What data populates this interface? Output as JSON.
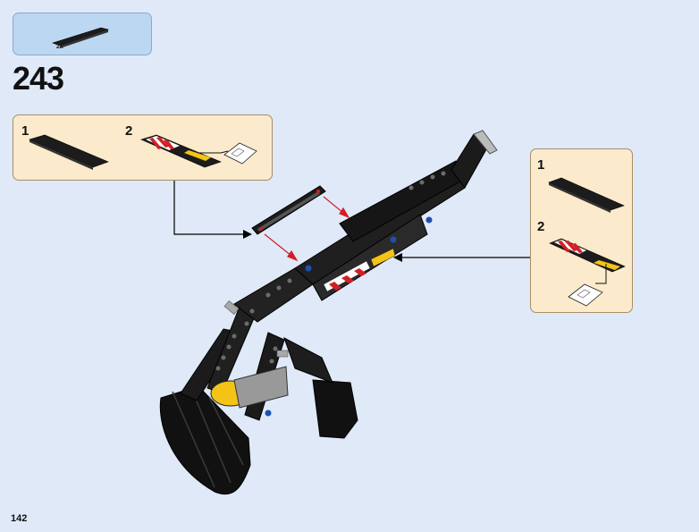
{
  "parts_list": {
    "count_label": "2x",
    "icon": "black-tile-1x8-icon"
  },
  "step": {
    "number": "243"
  },
  "left_callout": {
    "sub_steps": [
      {
        "number": "1",
        "icon": "black-tile-icon"
      },
      {
        "number": "2",
        "icon": "warning-striped-tile-icon"
      }
    ],
    "sticker_icon": "sticker-sheet-icon"
  },
  "right_callout": {
    "sub_steps": [
      {
        "number": "1",
        "icon": "black-tile-icon"
      },
      {
        "number": "2",
        "icon": "warning-striped-tile-icon"
      }
    ],
    "sticker_icon": "sticker-sheet-icon"
  },
  "page": {
    "number": "142"
  },
  "colors": {
    "background": "#dfe9f8",
    "callout": "#fbeacb",
    "parts_box": "#bcd7f2",
    "arrow_red": "#d21f26"
  }
}
